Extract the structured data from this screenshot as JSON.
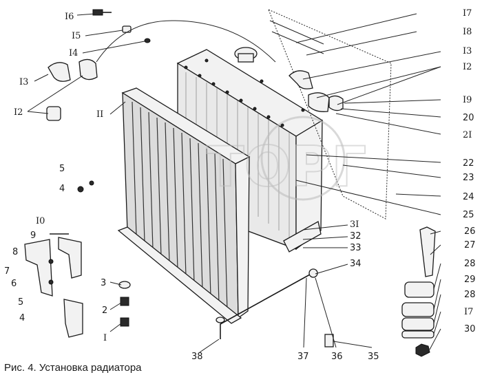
{
  "caption": "Рис.  4. Установка радиатора",
  "labels": {
    "l16": "I6",
    "l15": "I5",
    "l14": "I4",
    "l13": "I3",
    "l12": "I2",
    "l11": "II",
    "l10": "I0",
    "l9": "9",
    "l8": "8",
    "l7": "7",
    "l6": "6",
    "l5a": "5",
    "l4a": "4",
    "l5b": "5",
    "l4b": "4",
    "l3": "3",
    "l2": "2",
    "l1": "I",
    "r17": "I7",
    "r18": "I8",
    "r13": "I3",
    "r12": "I2",
    "r19": "I9",
    "r20": "20",
    "r21": "2I",
    "r22": "22",
    "r23": "23",
    "r24": "24",
    "r25": "25",
    "r31": "3I",
    "r32": "32",
    "r33": "33",
    "r34": "34",
    "r26": "26",
    "r27": "27",
    "r28a": "28",
    "r29": "29",
    "r28b": "28",
    "r17b": "I7",
    "r30": "30",
    "b38": "38",
    "b37": "37",
    "b36": "36",
    "b35": "35"
  },
  "watermark": "ТОРГ"
}
